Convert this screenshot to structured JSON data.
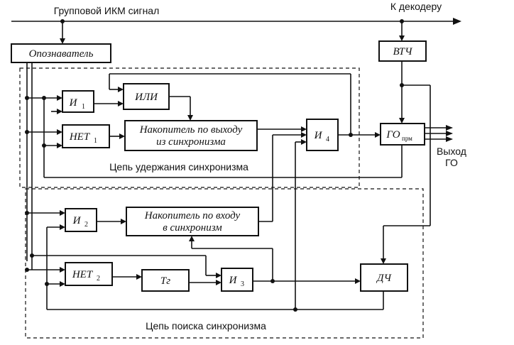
{
  "signals": {
    "input": "Групповой ИКМ сигнал",
    "to_decoder": "К декодеру",
    "output_line1": "Выход",
    "output_line2": "ГО"
  },
  "blocks": {
    "identifier": "Опознаватель",
    "vtch": "ВТЧ",
    "and1": "И",
    "and1_sub": "1",
    "or": "ИЛИ",
    "not1": "НЕТ",
    "not1_sub": "1",
    "acc_exit_line1": "Накопитель по выходу",
    "acc_exit_line2": "из синхронизма",
    "and4": "И",
    "and4_sub": "4",
    "go": "ГО",
    "go_sub": "прм",
    "and2": "И",
    "and2_sub": "2",
    "acc_entry_line1": "Накопитель по входу",
    "acc_entry_line2": "в синхронизм",
    "not2": "НЕТ",
    "not2_sub": "2",
    "tg": "Тг",
    "and3": "И",
    "and3_sub": "3",
    "dch": "ДЧ"
  },
  "regions": {
    "hold_chain": "Цепь удержания синхронизма",
    "search_chain": "Цепь поиска синхронизма"
  }
}
